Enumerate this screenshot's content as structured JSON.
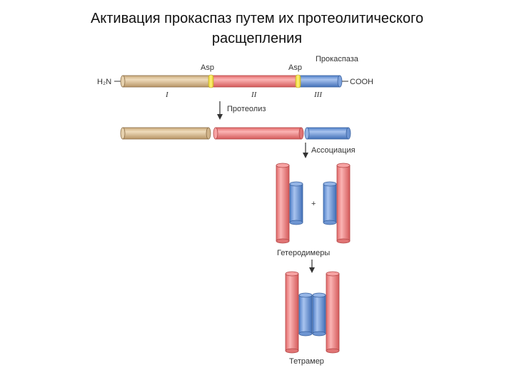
{
  "title": {
    "line1": "Активация прокаспаз путем их протеолитического",
    "line2": "расщепления"
  },
  "diagram": {
    "procaspase_label": "Прокаспаза",
    "n_terminus": "H₂N",
    "c_terminus": "COOH",
    "cleavage_site_1": "Asp",
    "cleavage_site_2": "Asp",
    "domain_1": "I",
    "domain_2": "II",
    "domain_3": "III",
    "step_proteolysis": "Протеолиз",
    "step_association": "Ассоциация",
    "plus_sign": "+",
    "heterodimers_label": "Гетеродимеры",
    "tetramer_label": "Тетрамер",
    "colors": {
      "prodomain": "#d9bf96",
      "large_subunit": "#f08c8c",
      "small_subunit": "#6f98d8",
      "cleavage_site": "#f2e24a",
      "arrow": "#333333"
    }
  }
}
